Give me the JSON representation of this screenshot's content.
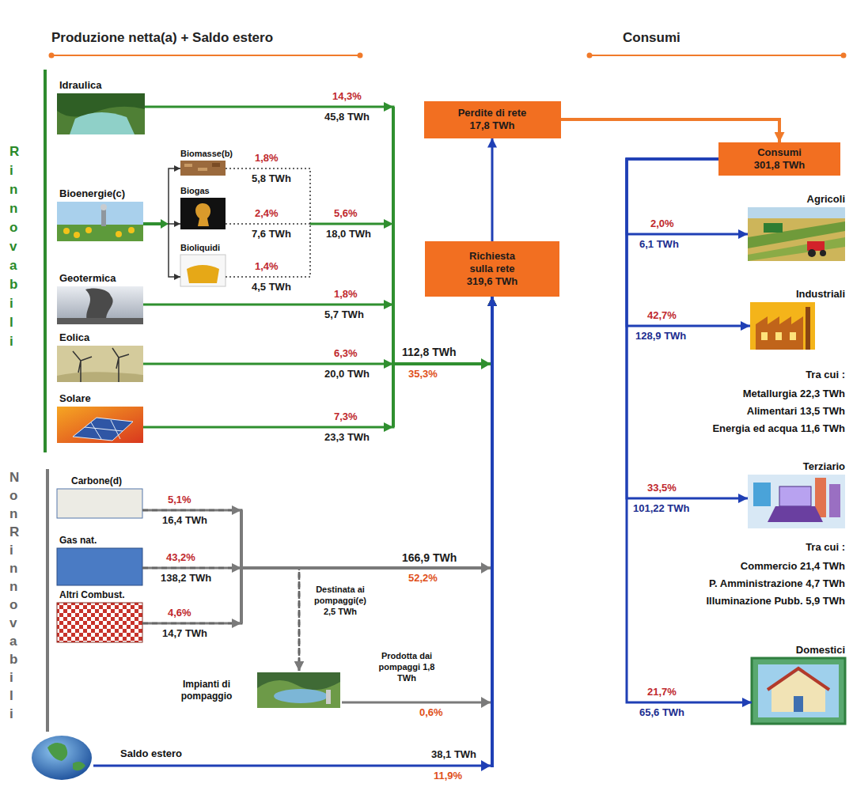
{
  "diagram": {
    "nodes": [
      {
        "text": [
          "Idraulica"
        ]
      },
      {
        "text": [
          "Bioenergie(c)"
        ]
      },
      {
        "text": [
          "Biomasse(b)"
        ]
      },
      {
        "text": [
          "Biogas"
        ]
      },
      {
        "text": [
          "Bioliquidi"
        ]
      },
      {
        "text": [
          "Geotermica"
        ]
      },
      {
        "text": [
          "Eolica"
        ]
      },
      {
        "text": [
          "Solare"
        ]
      },
      {
        "text": [
          "Carbone(d)"
        ]
      },
      {
        "text": [
          "Gas nat."
        ]
      },
      {
        "text": [
          "Altri Combust."
        ]
      },
      {
        "text": [
          "Impianti di pompaggio"
        ]
      },
      {
        "text": [
          "Saldo estero"
        ]
      },
      {
        "text": [
          "Perdite di rete",
          "17,8 TWh"
        ]
      },
      {
        "text": [
          "Richiesta sulla rete",
          "319,6 TWh"
        ]
      },
      {
        "text": [
          "Consumi",
          "301,8 TWh"
        ]
      },
      {
        "text": [
          "Agricoli"
        ]
      },
      {
        "text": [
          "Industriali"
        ]
      },
      {
        "text": [
          "Terziario"
        ]
      },
      {
        "text": [
          "Domestici"
        ]
      }
    ],
    "edges": [
      {
        "from": 0,
        "to": 14,
        "arrow": "to",
        "label": "45,8 TWh"
      },
      {
        "from": 1,
        "to": 2,
        "arrow": "to"
      },
      {
        "from": 1,
        "to": 3,
        "arrow": "to"
      },
      {
        "from": 1,
        "to": 4,
        "arrow": "to"
      },
      {
        "from": 2,
        "to": 14,
        "arrow": "to",
        "label": "5,8 TWh"
      },
      {
        "from": 3,
        "to": 14,
        "arrow": "to",
        "label": "7,6 TWh"
      },
      {
        "from": 4,
        "to": 14,
        "arrow": "to",
        "label": "4,5 TWh"
      },
      {
        "from": 5,
        "to": 14,
        "arrow": "to",
        "label": "5,7 TWh"
      },
      {
        "from": 6,
        "to": 14,
        "arrow": "to",
        "label": "20,0 TWh"
      },
      {
        "from": 7,
        "to": 14,
        "arrow": "to",
        "label": "23,3 TWh"
      },
      {
        "from": 8,
        "to": 14,
        "arrow": "to",
        "label": "16,4 TWh"
      },
      {
        "from": 9,
        "to": 14,
        "arrow": "to",
        "label": "138,2 TWh"
      },
      {
        "from": 10,
        "to": 14,
        "arrow": "to",
        "label": "14,7 TWh"
      },
      {
        "from": 8,
        "to": 11,
        "arrow": "to"
      },
      {
        "from": 9,
        "to": 11,
        "arrow": "to",
        "label": "Destinata ai pompaggi(e) 2,5 TWh"
      },
      {
        "from": 10,
        "to": 11,
        "arrow": "to"
      },
      {
        "from": 11,
        "to": 14,
        "arrow": "to",
        "label": "Prodotta dai pompaggi 1,8 TWh"
      },
      {
        "from": 12,
        "to": 14,
        "arrow": "to",
        "label": "38,1 TWh"
      },
      {
        "from": 14,
        "to": 13,
        "arrow": "to"
      },
      {
        "from": 13,
        "to": 15,
        "arrow": "to"
      },
      {
        "from": 15,
        "to": 16,
        "arrow": "to",
        "label": "6,1 TWh"
      },
      {
        "from": 15,
        "to": 17,
        "arrow": "to",
        "label": "128,9 TWh"
      },
      {
        "from": 15,
        "to": 18,
        "arrow": "to",
        "label": "101,22 TWh"
      },
      {
        "from": 15,
        "to": 19,
        "arrow": "to",
        "label": "65,6 TWh"
      }
    ],
    "labels": [
      "Produzione netta(a) + Saldo estero",
      "Consumi",
      "Rinnovabili",
      "Non Rinnovabili",
      "14,3%",
      "1,8%",
      "2,4%",
      "5,6%",
      "18,0 TWh",
      "1,4%",
      "1,8%",
      "6,3%",
      "112,8 TWh",
      "35,3%",
      "7,3%",
      "5,1%",
      "43,2%",
      "166,9 TWh",
      "52,2%",
      "4,6%",
      "0,6%",
      "11,9%",
      "2,0%",
      "42,7%",
      "Tra cui :",
      "Metallurgia 22,3 TWh",
      "Alimentari 13,5 TWh",
      "Energia ed acqua 11,6 TWh",
      "33,5%",
      "Tra cui :",
      "Commercio 21,4 TWh",
      "P. Amministrazione 4,7 TWh",
      "Illuminazione Pubb. 5,9 TWh",
      "21,7%"
    ]
  }
}
